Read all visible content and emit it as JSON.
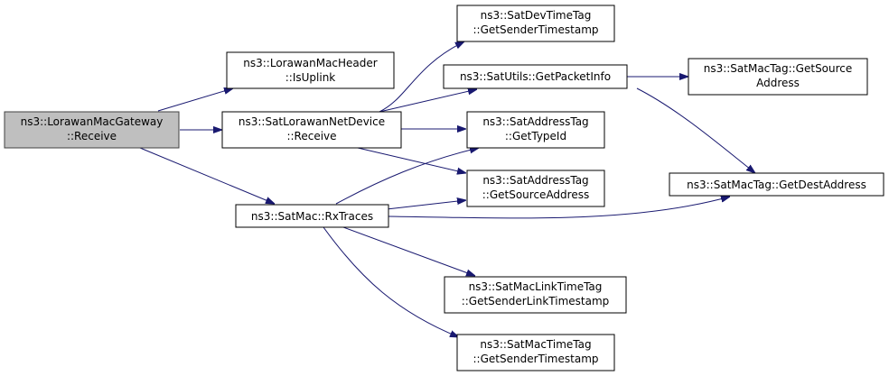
{
  "nodes": {
    "gateway_receive": {
      "lines": [
        "ns3::LorawanMacGateway",
        "::Receive"
      ],
      "root": true
    },
    "mac_header_isuplink": {
      "lines": [
        "ns3::LorawanMacHeader",
        "::IsUplink"
      ]
    },
    "netdevice_receive": {
      "lines": [
        "ns3::SatLorawanNetDevice",
        "::Receive"
      ]
    },
    "satmac_rxtraces": {
      "lines": [
        "ns3::SatMac::RxTraces"
      ]
    },
    "devtimetag_sender": {
      "lines": [
        "ns3::SatDevTimeTag",
        "::GetSenderTimestamp"
      ]
    },
    "utils_packetinfo": {
      "lines": [
        "ns3::SatUtils::GetPacketInfo"
      ]
    },
    "addresstag_typeid": {
      "lines": [
        "ns3::SatAddressTag",
        "::GetTypeId"
      ]
    },
    "addresstag_source": {
      "lines": [
        "ns3::SatAddressTag",
        "::GetSourceAddress"
      ]
    },
    "linktimetag_sender": {
      "lines": [
        "ns3::SatMacLinkTimeTag",
        "::GetSenderLinkTimestamp"
      ]
    },
    "mactimetag_sender": {
      "lines": [
        "ns3::SatMacTimeTag",
        "::GetSenderTimestamp"
      ]
    },
    "mactag_source": {
      "lines": [
        "ns3::SatMacTag::GetSource",
        "Address"
      ]
    },
    "mactag_dest": {
      "lines": [
        "ns3::SatMacTag::GetDestAddress"
      ]
    }
  }
}
